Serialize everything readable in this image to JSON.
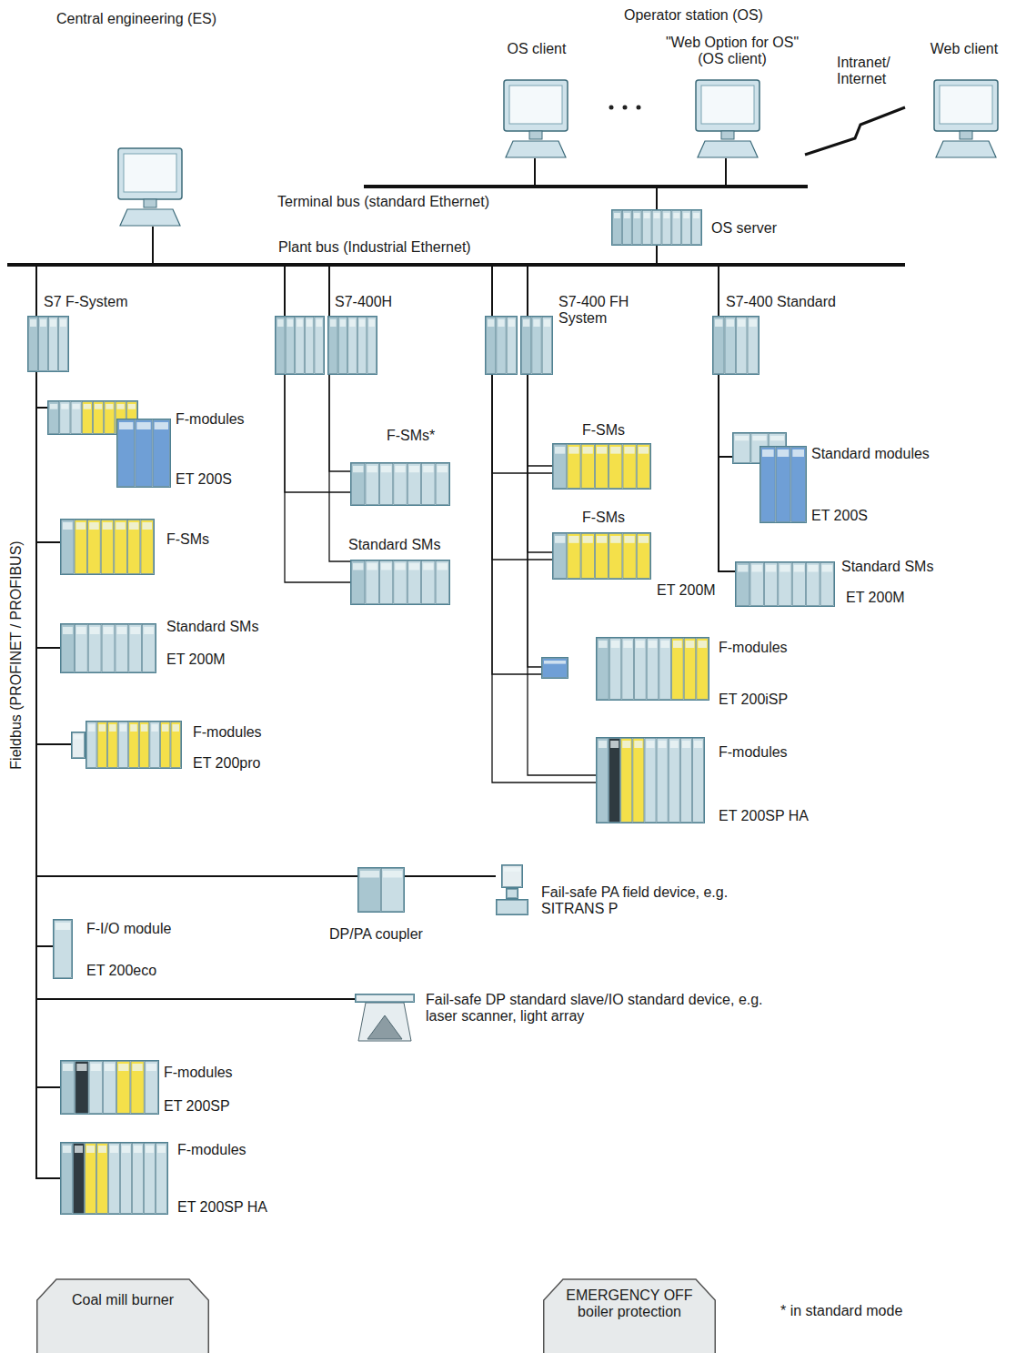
{
  "diagram": {
    "nodes": [
      {
        "text": [
          "Central engineering (ES)"
        ]
      },
      {
        "text": [
          "OS client"
        ]
      },
      {
        "text": [
          "\"Web Option for OS\" (OS client)"
        ]
      },
      {
        "text": [
          "Web client"
        ]
      },
      {
        "text": [
          "Terminal bus (standard Ethernet)"
        ]
      },
      {
        "text": [
          "OS server"
        ]
      },
      {
        "text": [
          "Plant bus (Industrial Ethernet)"
        ]
      },
      {
        "text": [
          "S7 F-System"
        ]
      },
      {
        "text": [
          "S7-400H"
        ]
      },
      {
        "text": [
          "S7-400 FH System"
        ]
      },
      {
        "text": [
          "S7-400 Standard"
        ]
      },
      {
        "text": [
          "F-modules",
          "ET 200S"
        ]
      },
      {
        "text": [
          "F-SMs"
        ]
      },
      {
        "text": [
          "Standard SMs",
          "ET 200M"
        ]
      },
      {
        "text": [
          "F-modules",
          "ET 200pro"
        ]
      },
      {
        "text": [
          "DP/PA coupler"
        ]
      },
      {
        "text": [
          "Fail-safe PA field device, e.g. SITRANS P"
        ]
      },
      {
        "text": [
          "F-I/O module",
          "ET 200eco"
        ]
      },
      {
        "text": [
          "Fail-safe DP standard slave/IO standard device, e.g. laser scanner, light array"
        ]
      },
      {
        "text": [
          "F-modules",
          "ET 200SP"
        ]
      },
      {
        "text": [
          "F-modules",
          "ET 200SP HA"
        ]
      },
      {
        "text": [
          "F-SMs*"
        ]
      },
      {
        "text": [
          "Standard SMs"
        ]
      },
      {
        "text": [
          "F-SMs"
        ]
      },
      {
        "text": [
          "F-SMs",
          "ET 200M"
        ]
      },
      {
        "text": [
          "F-modules",
          "ET 200iSP"
        ]
      },
      {
        "text": [
          "F-modules",
          "ET 200SP HA"
        ]
      },
      {
        "text": [
          "Standard modules",
          "ET 200S"
        ]
      },
      {
        "text": [
          "Standard SMs",
          "ET 200M"
        ]
      },
      {
        "text": [
          "Coal mill burner"
        ]
      },
      {
        "text": [
          "EMERGENCY OFF boiler protection"
        ]
      }
    ],
    "edges": [
      {
        "from": 0,
        "to": 6,
        "arrow": "none"
      },
      {
        "from": 1,
        "to": 4,
        "arrow": "none"
      },
      {
        "from": 2,
        "to": 4,
        "arrow": "none"
      },
      {
        "from": 2,
        "to": 3,
        "arrow": "none"
      },
      {
        "from": 4,
        "to": 5,
        "arrow": "none"
      },
      {
        "from": 5,
        "to": 6,
        "arrow": "none"
      },
      {
        "from": 6,
        "to": 7,
        "arrow": "none"
      },
      {
        "from": 6,
        "to": 8,
        "arrow": "none"
      },
      {
        "from": 6,
        "to": 8,
        "arrow": "none"
      },
      {
        "from": 6,
        "to": 9,
        "arrow": "none"
      },
      {
        "from": 6,
        "to": 9,
        "arrow": "none"
      },
      {
        "from": 6,
        "to": 10,
        "arrow": "none"
      },
      {
        "from": 7,
        "to": 11,
        "arrow": "none"
      },
      {
        "from": 7,
        "to": 12,
        "arrow": "none"
      },
      {
        "from": 7,
        "to": 13,
        "arrow": "none"
      },
      {
        "from": 7,
        "to": 14,
        "arrow": "none"
      },
      {
        "from": 7,
        "to": 15,
        "arrow": "none"
      },
      {
        "from": 15,
        "to": 16,
        "arrow": "none"
      },
      {
        "from": 7,
        "to": 17,
        "arrow": "none"
      },
      {
        "from": 7,
        "to": 18,
        "arrow": "none"
      },
      {
        "from": 7,
        "to": 19,
        "arrow": "none"
      },
      {
        "from": 7,
        "to": 20,
        "arrow": "none"
      },
      {
        "from": 8,
        "to": 21,
        "arrow": "none"
      },
      {
        "from": 8,
        "to": 21,
        "arrow": "none"
      },
      {
        "from": 8,
        "to": 22,
        "arrow": "none"
      },
      {
        "from": 8,
        "to": 22,
        "arrow": "none"
      },
      {
        "from": 9,
        "to": 23,
        "arrow": "none"
      },
      {
        "from": 9,
        "to": 23,
        "arrow": "none"
      },
      {
        "from": 9,
        "to": 24,
        "arrow": "none"
      },
      {
        "from": 9,
        "to": 24,
        "arrow": "none"
      },
      {
        "from": 9,
        "to": 25,
        "arrow": "none"
      },
      {
        "from": 9,
        "to": 25,
        "arrow": "none"
      },
      {
        "from": 9,
        "to": 26,
        "arrow": "none"
      },
      {
        "from": 9,
        "to": 26,
        "arrow": "none"
      },
      {
        "from": 10,
        "to": 27,
        "arrow": "none"
      },
      {
        "from": 10,
        "to": 28,
        "arrow": "none"
      }
    ],
    "labels": [
      "Operator station (OS)",
      "Intranet/ Internet",
      "Fieldbus (PROFINET / PROFIBUS)",
      "* in standard mode"
    ]
  }
}
